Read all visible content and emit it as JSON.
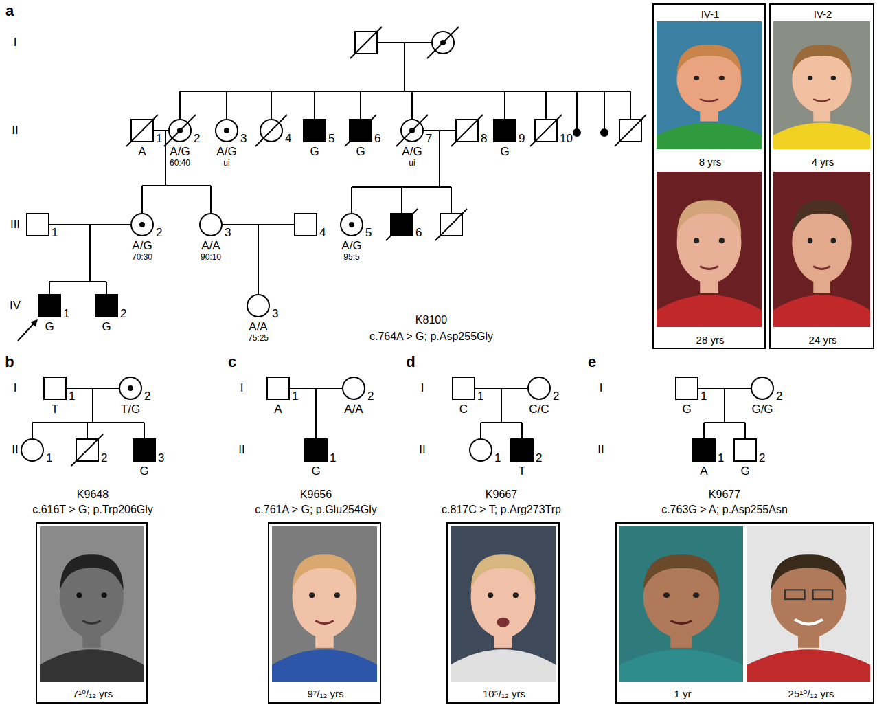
{
  "diagram": {
    "nodes": [
      {
        "text": [
          "1",
          "A"
        ]
      },
      {
        "text": [
          "2",
          "A/G",
          "60:40"
        ]
      },
      {
        "text": [
          "3",
          "A/G",
          "ui"
        ]
      },
      {
        "text": [
          "4"
        ]
      },
      {
        "text": [
          "5",
          "G"
        ]
      },
      {
        "text": [
          "6",
          "G"
        ]
      },
      {
        "text": [
          "7",
          "A/G",
          "ui"
        ]
      },
      {
        "text": [
          "8"
        ]
      },
      {
        "text": [
          "9",
          "G"
        ]
      },
      {
        "text": [
          "10"
        ]
      },
      {
        "text": [
          "1"
        ]
      },
      {
        "text": [
          "2",
          "A/G",
          "70:30"
        ]
      },
      {
        "text": [
          "3",
          "A/A",
          "90:10"
        ]
      },
      {
        "text": [
          "4"
        ]
      },
      {
        "text": [
          "5",
          "A/G",
          "95:5"
        ]
      },
      {
        "text": [
          "6"
        ]
      },
      {
        "text": [
          "1",
          "G"
        ]
      },
      {
        "text": [
          "2",
          "G"
        ]
      },
      {
        "text": [
          "3",
          "A/A",
          "75:25"
        ]
      },
      {
        "text": [
          "IV-1",
          "8 yrs",
          "28 yrs"
        ]
      },
      {
        "text": [
          "IV-2",
          "4 yrs",
          "24 yrs"
        ]
      },
      {
        "text": [
          "1",
          "T"
        ]
      },
      {
        "text": [
          "2",
          "T/G"
        ]
      },
      {
        "text": [
          "1"
        ]
      },
      {
        "text": [
          "2"
        ]
      },
      {
        "text": [
          "3",
          "G"
        ]
      },
      {
        "text": [
          "7¹⁰/₁₂ yrs"
        ]
      },
      {
        "text": [
          "1",
          "A"
        ]
      },
      {
        "text": [
          "2",
          "A/A"
        ]
      },
      {
        "text": [
          "1",
          "G"
        ]
      },
      {
        "text": [
          "9⁷/₁₂ yrs"
        ]
      },
      {
        "text": [
          "1",
          "C"
        ]
      },
      {
        "text": [
          "2",
          "C/C"
        ]
      },
      {
        "text": [
          "1"
        ]
      },
      {
        "text": [
          "2",
          "T"
        ]
      },
      {
        "text": [
          "10⁵/₁₂ yrs"
        ]
      },
      {
        "text": [
          "1",
          "G"
        ]
      },
      {
        "text": [
          "2",
          "G/G"
        ]
      },
      {
        "text": [
          "1",
          "A"
        ]
      },
      {
        "text": [
          "2",
          "G"
        ]
      },
      {
        "text": [
          "1 yr",
          "25¹⁰/₁₂ yrs"
        ]
      }
    ],
    "edges": [
      {
        "from": 0,
        "to": 1,
        "arrow": "none"
      },
      {
        "from": 6,
        "to": 7,
        "arrow": "none"
      },
      {
        "from": 10,
        "to": 11,
        "arrow": "none"
      },
      {
        "from": 12,
        "to": 13,
        "arrow": "none"
      },
      {
        "from": 21,
        "to": 22,
        "arrow": "none"
      },
      {
        "from": 27,
        "to": 28,
        "arrow": "none"
      },
      {
        "from": 31,
        "to": 32,
        "arrow": "none"
      },
      {
        "from": 36,
        "to": 37,
        "arrow": "none"
      }
    ],
    "labels": [
      "a",
      "I",
      "II",
      "III",
      "IV",
      "K8100",
      "c.764A > G; p.Asp255Gly",
      "b",
      "I",
      "II",
      "K9648",
      "c.616T > G; p.Trp206Gly",
      "c",
      "I",
      "II",
      "K9656",
      "c.761A > G; p.Glu254Gly",
      "d",
      "I",
      "II",
      "K9667",
      "c.817C > T; p.Arg273Trp",
      "e",
      "I",
      "II",
      "K9677",
      "c.763G > A; p.Asp255Asn"
    ]
  }
}
